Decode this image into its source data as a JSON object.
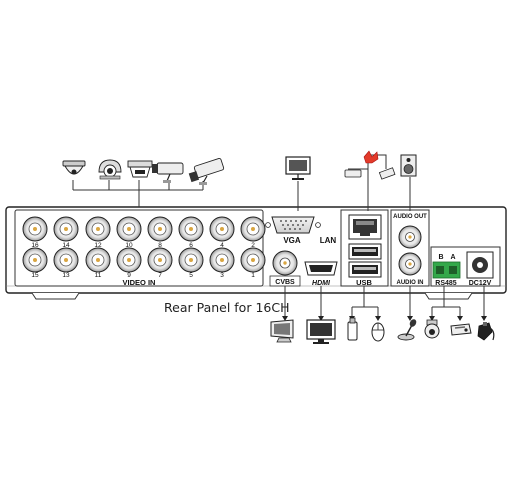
{
  "caption": "Rear Panel for 16CH",
  "labels": {
    "video_in": "VIDEO IN",
    "vga": "VGA",
    "lan": "LAN",
    "cvbs": "CVBS",
    "hdmi": "HDMI",
    "usb": "USB",
    "audio_out": "AUDIO OUT",
    "audio_in": "AUDIO IN",
    "b": "B",
    "a": "A",
    "rs485": "RS485",
    "dc12v": "DC12V"
  },
  "bnc_top_numbers": [
    "16",
    "14",
    "12",
    "10",
    "8",
    "6",
    "4",
    "2"
  ],
  "bnc_bottom_numbers": [
    "15",
    "13",
    "11",
    "9",
    "7",
    "5",
    "3",
    "1"
  ],
  "colors": {
    "outline": "#222222",
    "bnc_center": "#d9a642",
    "terminal_green": "#33a84a",
    "panel_fill": "#ffffff"
  },
  "icons": {
    "top_cameras": [
      "dome-camera-icon",
      "turret-camera-icon",
      "mini-dome-camera-icon",
      "bullet-camera-icon",
      "box-camera-icon"
    ],
    "top_peripherals": [
      "monitor-icon",
      "network-devices-icon",
      "speaker-icon"
    ],
    "bottom_peripherals": [
      "cvbs-monitor-icon",
      "hdmi-monitor-icon",
      "usb-drive-icon",
      "mouse-icon",
      "microphone-icon",
      "ptz-camera-icon",
      "ptz-keyboard-icon",
      "power-adapter-icon"
    ]
  }
}
